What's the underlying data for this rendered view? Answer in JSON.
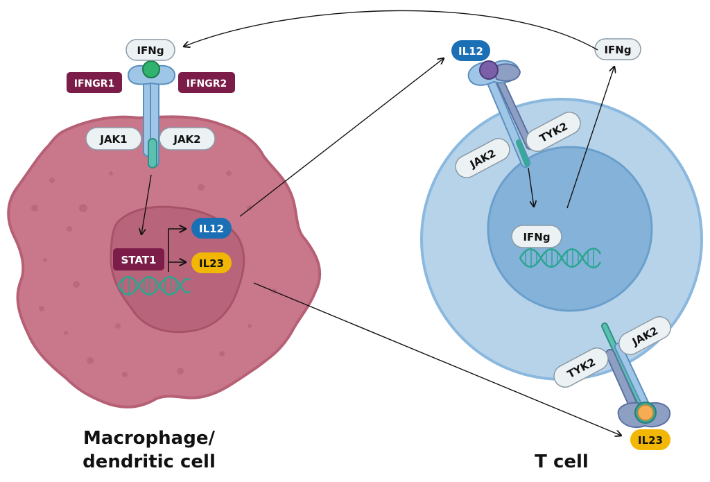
{
  "labels": {
    "ifng_macrophage_receptor": "IFNg",
    "ifngr1": "IFNGR1",
    "ifngr2": "IFNGR2",
    "jak1": "JAK1",
    "jak2_macrophage": "JAK2",
    "stat1": "STAT1",
    "il12_nucleus": "IL12",
    "il23_nucleus": "IL23",
    "il12_tcell_receptor": "IL12",
    "tyk2_top": "TYK2",
    "jak2_top": "JAK2",
    "ifng_released": "IFNg",
    "ifng_tcell_nucleus": "IFNg",
    "jak2_bottom": "JAK2",
    "tyk2_bottom": "TYK2",
    "il23_tcell_receptor": "IL23"
  },
  "captions": {
    "macrophage_line1": "Macrophage/",
    "macrophage_line2": "dendritic cell",
    "tcell": "T cell"
  },
  "colors": {
    "macrophage_fill": "#c9788c",
    "nucleus_fill": "#b8657b",
    "tcell_outer": "#b7d3ea",
    "tcell_inner": "#84b2d9",
    "receptor_blue": "#9fc6e6",
    "teal": "#3aa79a",
    "maroon": "#7b1d48",
    "il12_blue": "#1a6fb5",
    "il23_gold": "#f2b705",
    "pill_fill": "#ecf1f4",
    "dna": "#2aa58f"
  }
}
